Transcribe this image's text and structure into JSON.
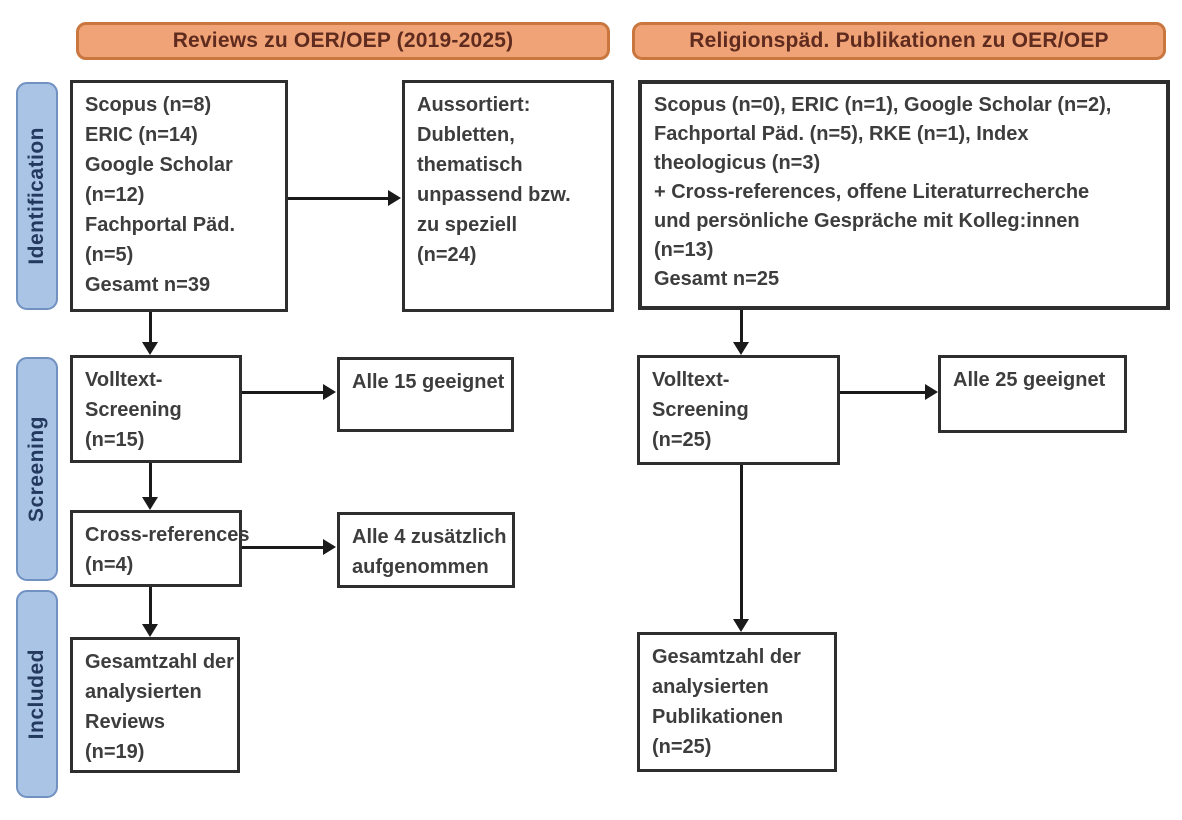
{
  "diagram": {
    "headers": {
      "left": "Reviews zu OER/OEP (2019-2025)",
      "right": "Religionspäd. Publikationen zu OER/OEP"
    },
    "stages": {
      "identification": "Identification",
      "screening": "Screening",
      "included": "Included"
    },
    "left_column": {
      "sources": [
        "Scopus (n=8)",
        "ERIC (n=14)",
        "Google Scholar",
        "(n=12)",
        "Fachportal Päd.",
        "(n=5)",
        "Gesamt n=39"
      ],
      "excluded": [
        "Aussortiert:",
        "Dubletten,",
        "thematisch",
        "unpassend bzw.",
        "zu speziell",
        "(n=24)"
      ],
      "fulltext_screening": [
        "Volltext-",
        "Screening",
        "(n=15)"
      ],
      "fulltext_result": [
        "Alle 15 geeignet"
      ],
      "crossreferences": [
        "Cross-references",
        "(n=4)"
      ],
      "crossref_result": [
        "Alle 4 zusätzlich",
        "aufgenommen"
      ],
      "included_total": [
        "Gesamtzahl der",
        "analysierten",
        "Reviews",
        "(n=19)"
      ]
    },
    "right_column": {
      "sources": [
        "Scopus (n=0), ERIC (n=1), Google Scholar (n=2),",
        "Fachportal Päd. (n=5), RKE (n=1), Index",
        "theologicus (n=3)",
        "+ Cross-references, offene Literaturrecherche",
        "und persönliche Gespräche mit Kolleg:innen",
        "(n=13)",
        "Gesamt n=25"
      ],
      "fulltext_screening": [
        "Volltext-",
        "Screening",
        "(n=25)"
      ],
      "fulltext_result": [
        "Alle 25 geeignet"
      ],
      "included_total": [
        "Gesamtzahl der",
        "analysierten",
        "Publikationen",
        "(n=25)"
      ]
    },
    "colors": {
      "header_fill": "#F0A377",
      "header_border": "#C9773F",
      "header_text": "#5F2B1E",
      "stage_fill": "#AAC4E5",
      "stage_border": "#7191C1",
      "stage_text": "#24395E",
      "box_border": "#2E2E2E",
      "box_text": "#3D3D3D",
      "arrow": "#1A1A1A",
      "background": "#FFFFFF"
    }
  }
}
